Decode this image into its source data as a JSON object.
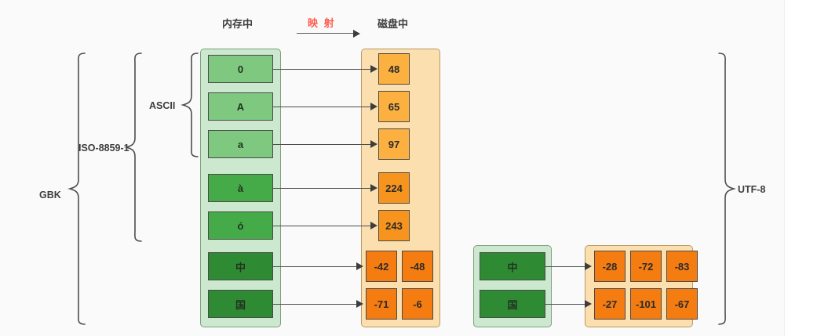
{
  "headers": {
    "memory": "内存中",
    "mapping": "映 射",
    "disk": "磁盘中"
  },
  "colors": {
    "memory_container": "#cce8ce",
    "disk_container": "#fcdfae",
    "ascii_cell": "#7ec97f",
    "latin_cell": "#45ab48",
    "cjk_cell": "#2e8b33",
    "ascii_byte": "#fcb040",
    "latin_byte": "#f7941e",
    "cjk_byte": "#f57c10",
    "mapping_label": "#ff5b4d",
    "background": "#fafafa"
  },
  "braces": {
    "gbk": "GBK",
    "iso": "ISO-8859-1",
    "ascii": "ASCII",
    "utf8": "UTF-8"
  },
  "gbk_rows": [
    {
      "char": "0",
      "char_class": "g1",
      "bytes": [
        "48"
      ],
      "byte_class": "o1"
    },
    {
      "char": "A",
      "char_class": "g1",
      "bytes": [
        "65"
      ],
      "byte_class": "o1"
    },
    {
      "char": "a",
      "char_class": "g1",
      "bytes": [
        "97"
      ],
      "byte_class": "o1"
    },
    {
      "char": "à",
      "char_class": "g2",
      "bytes": [
        "224"
      ],
      "byte_class": "o2"
    },
    {
      "char": "ó",
      "char_class": "g2",
      "bytes": [
        "243"
      ],
      "byte_class": "o2"
    },
    {
      "char": "中",
      "char_class": "g3",
      "bytes": [
        "-42",
        "-48"
      ],
      "byte_class": "o3"
    },
    {
      "char": "国",
      "char_class": "g3",
      "bytes": [
        "-71",
        "-6"
      ],
      "byte_class": "o3"
    }
  ],
  "utf8_rows": [
    {
      "char": "中",
      "char_class": "g3",
      "bytes": [
        "-28",
        "-72",
        "-83"
      ],
      "byte_class": "o3"
    },
    {
      "char": "国",
      "char_class": "g3",
      "bytes": [
        "-27",
        "-101",
        "-67"
      ],
      "byte_class": "o3"
    }
  ]
}
